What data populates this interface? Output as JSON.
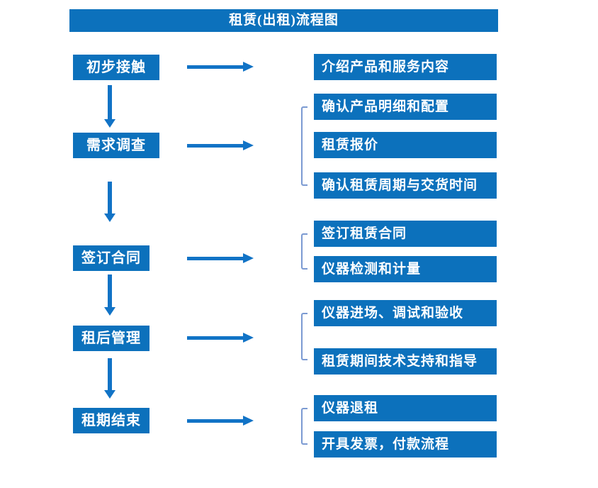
{
  "title": "租赁(出租)流程图",
  "colors": {
    "box_blue": "#0c71bc",
    "arrow_blue": "#1173c6",
    "bracket_blue": "#7b9ad2",
    "text_white": "#ffffff",
    "background": "#ffffff"
  },
  "flow": {
    "steps": [
      {
        "label": "初步接触",
        "details": [
          "介绍产品和服务内容"
        ]
      },
      {
        "label": "需求调查",
        "details": [
          "确认产品明细和配置",
          "租赁报价",
          "确认租赁周期与交货时间"
        ]
      },
      {
        "label": "签订合同",
        "details": [
          "签订租赁合同",
          "仪器检测和计量"
        ]
      },
      {
        "label": "租后管理",
        "details": [
          "仪器进场、调试和验收",
          "租赁期间技术支持和指导"
        ]
      },
      {
        "label": "租期结束",
        "details": [
          "仪器退租",
          "开具发票，付款流程"
        ]
      }
    ]
  }
}
